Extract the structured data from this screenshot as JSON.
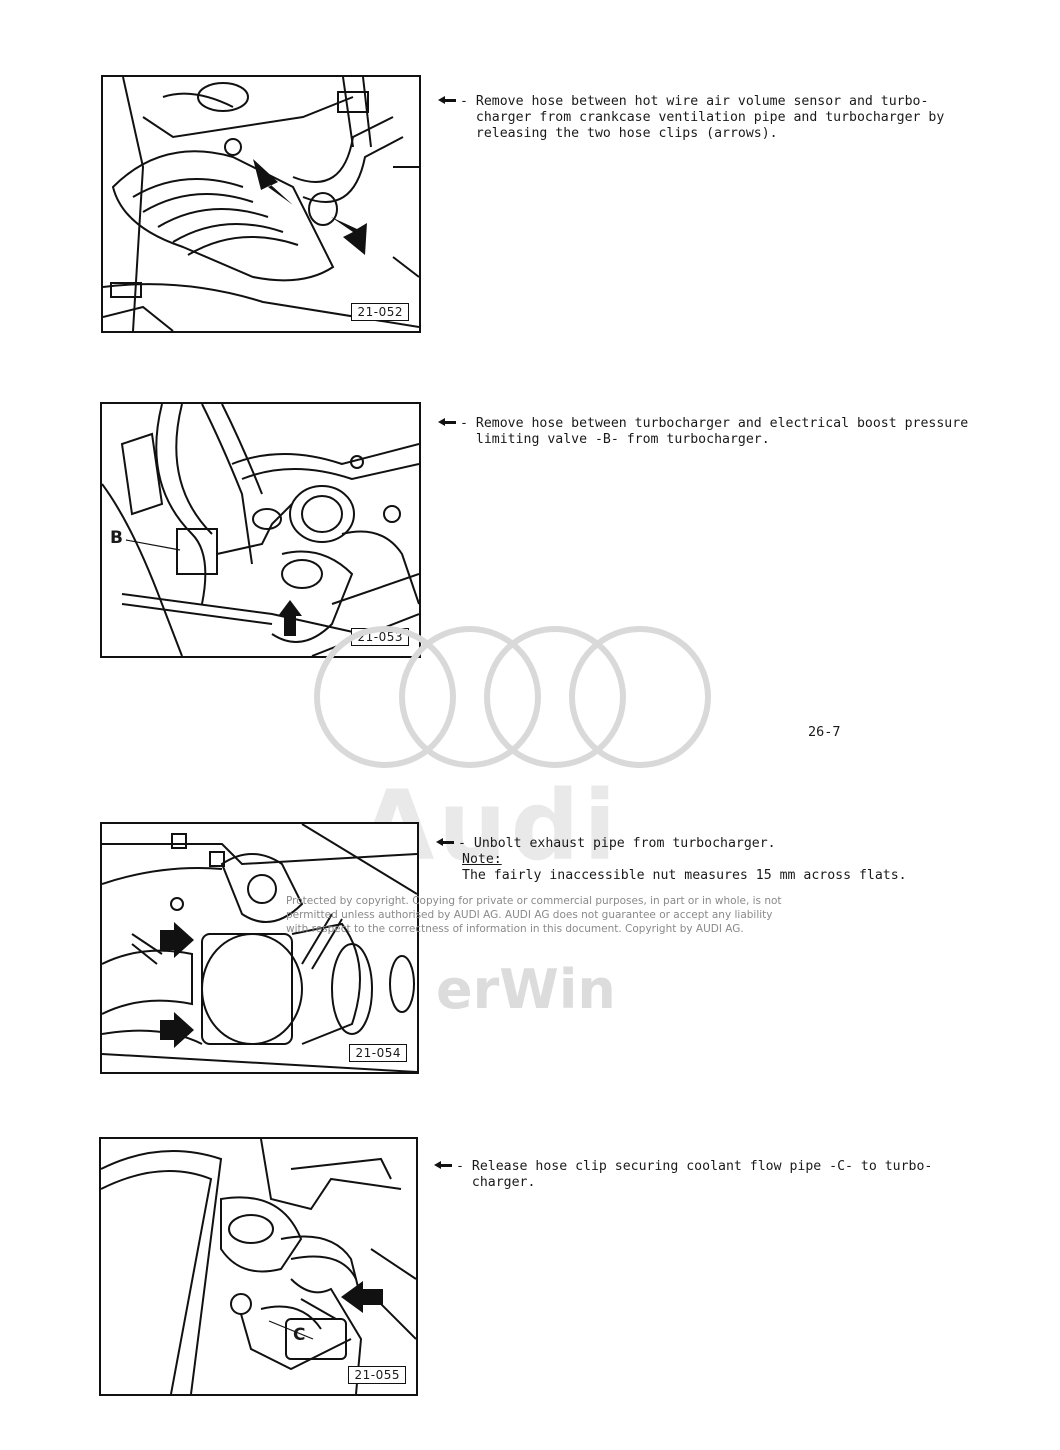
{
  "page_number": "26-7",
  "steps": [
    {
      "figure": "21-052",
      "lines": [
        "- Remove hose between hot wire air volume sensor and turbo-",
        "  charger from crankcase ventilation pipe and turbocharger by",
        "  releasing the two hose clips (arrows)."
      ]
    },
    {
      "figure": "21-053",
      "callout": "B",
      "lines": [
        "- Remove hose between turbocharger and electrical boost pressure",
        "  limiting valve -B- from turbocharger."
      ]
    },
    {
      "figure": "21-054",
      "lines": [
        "- Unbolt exhaust pipe from turbocharger."
      ],
      "note_label": "Note:",
      "note_text": "The fairly inaccessible nut measures 15 mm across flats."
    },
    {
      "figure": "21-055",
      "callout": "C",
      "lines": [
        "- Release hose clip securing coolant flow pipe -C- to turbo-",
        "  charger."
      ]
    }
  ],
  "watermark": {
    "brand": "Audi",
    "notice": "Protected by copyright. Copying for private or commercial purposes, in part or in whole, is not permitted unless authorised by AUDI AG. AUDI AG does not guarantee or accept any liability with respect to the correctness of information in this document. Copyright by AUDI AG.",
    "app": "erWin"
  }
}
